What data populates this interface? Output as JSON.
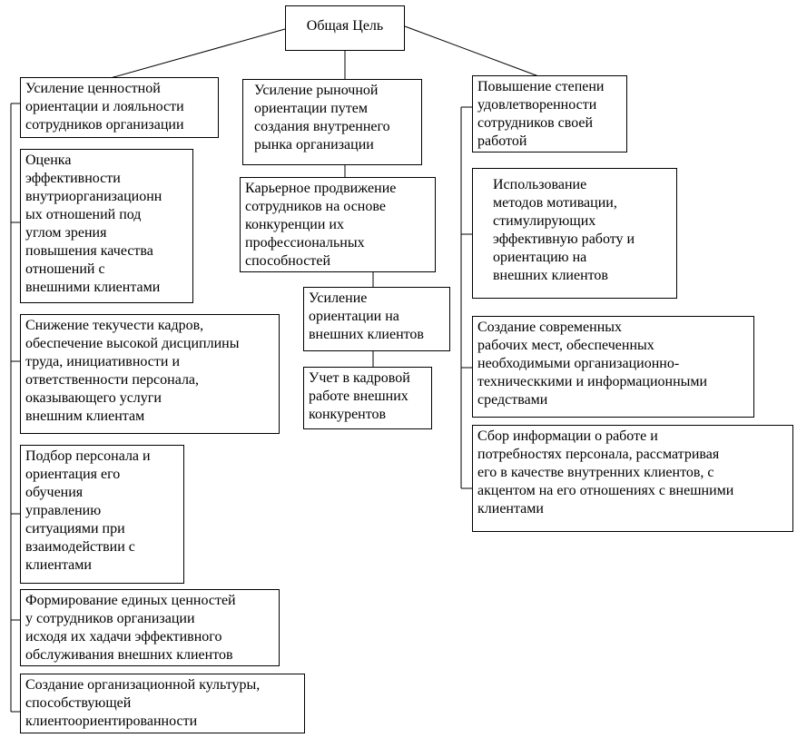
{
  "root": {
    "lines": [
      "Общая Цель"
    ]
  },
  "branches": {
    "left": {
      "header": {
        "lines": [
          "Усиление ценностной",
          "ориентации и лояльности",
          "сотрудников организации"
        ]
      },
      "items": [
        {
          "lines": [
            "Оценка",
            "эффективности",
            "внутриорганизационн",
            "ых отношений под",
            "углом зрения",
            "повышения качества",
            "отношений с",
            "внешними клиентами"
          ]
        },
        {
          "lines": [
            "Снижение текучести кадров,",
            "обеспечение высокой дисциплины",
            "труда, инициативности и",
            "ответственности персонала,",
            "оказывающего услуги",
            "внешним клиентам"
          ]
        },
        {
          "lines": [
            "Подбор персонала и",
            "ориентация его",
            "обучения",
            "управлению",
            "ситуациями при",
            "взаимодействии с",
            "клиентами"
          ]
        },
        {
          "lines": [
            "Формирование единых ценностей",
            "у сотрудников организации",
            "исходя их хадачи эффективного",
            "обслуживания внешних клиентов"
          ]
        },
        {
          "lines": [
            "Создание организационной культуры,",
            "способствующей",
            "клиентоориентированности"
          ]
        }
      ]
    },
    "center": {
      "header": {
        "lines": [
          "Усиление рыночной",
          "ориентации путем",
          "создания внутреннего",
          "рынка организации"
        ]
      },
      "items": [
        {
          "lines": [
            "Карьерное продвижение",
            "сотрудников на основе",
            "конкуренции их",
            "профессиональных",
            "способностей"
          ]
        },
        {
          "lines": [
            "Усиление",
            "ориентации на",
            "внешних клиентов"
          ]
        },
        {
          "lines": [
            "Учет в кадровой",
            "работе внешних",
            "конкурентов"
          ]
        }
      ]
    },
    "right": {
      "header": {
        "lines": [
          "Повышение степени",
          "удовлетворенности",
          "сотрудников своей",
          "работой"
        ]
      },
      "items": [
        {
          "lines": [
            "Использование",
            "методов мотивации,",
            "стимулирующих",
            "эффективную работу и",
            "ориентацию на",
            "внешних клиентов"
          ]
        },
        {
          "lines": [
            "Создание  современных",
            "рабочих мест,  обеспеченных",
            "необходимыми организационно-",
            "техническкими и информационными",
            "средствами"
          ]
        },
        {
          "lines": [
            "Сбор информации о работе и",
            "потребностях персонала, рассматривая",
            "его в качестве внутренних клиентов, с",
            "акцентом на его отношениях с внешними",
            "клиентами"
          ]
        }
      ]
    }
  }
}
